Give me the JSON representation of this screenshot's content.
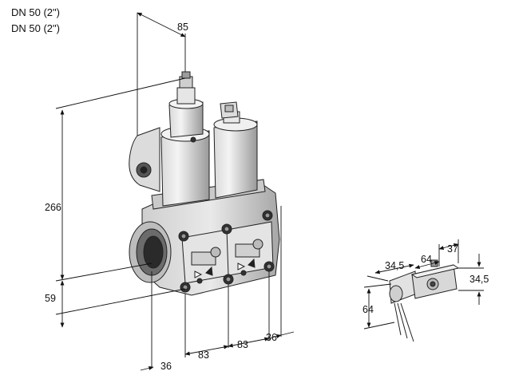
{
  "titles": [
    "DN 50 (2\")",
    "DN 50 (2\")"
  ],
  "dimensions": {
    "top_depth": "85",
    "height": "266",
    "port_height": "59",
    "bottom_36_left": "36",
    "spacing_83_a": "83",
    "spacing_83_b": "83",
    "bottom_36_right": "36",
    "coil_34_5_left": "34,5",
    "coil_64_top": "64",
    "coil_37": "37",
    "coil_34_5_right": "34,5",
    "coil_64_height": "64"
  }
}
